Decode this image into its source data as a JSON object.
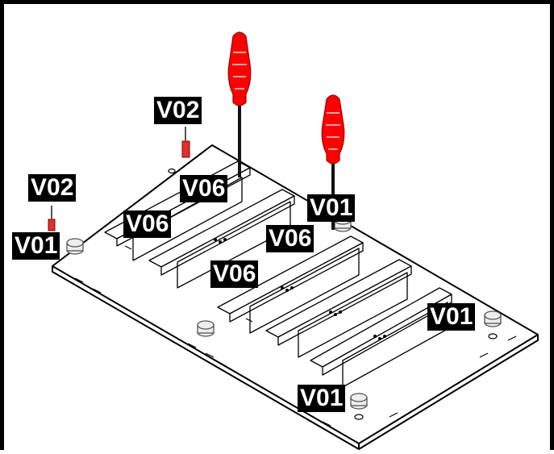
{
  "labels": {
    "v01_tl": "V01",
    "v02_tl": "V02",
    "v02_top": "V02",
    "v06_a": "V06",
    "v06_b": "V06",
    "v06_c": "V06",
    "v06_d": "V06",
    "v01_center": "V01",
    "v01_right": "V01",
    "v01_bottom": "V01"
  },
  "colors": {
    "screwdriver": "#ff0000",
    "pin": "#e03030",
    "line": "#000000",
    "label_bg": "#000000",
    "label_text": "#ffffff"
  },
  "icons": [
    "screwdriver-icon",
    "screwdriver-icon",
    "cam-lock-icon",
    "dowel-pin-icon"
  ]
}
